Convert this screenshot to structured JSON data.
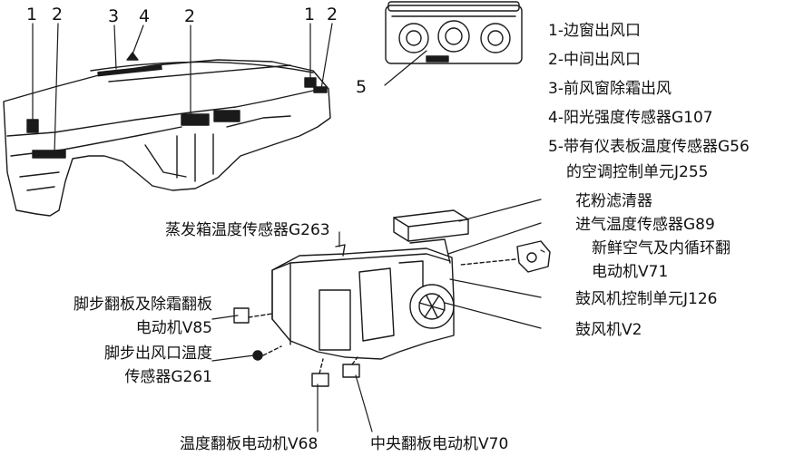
{
  "dashboard_callouts": {
    "c1_left": "1",
    "c2_left": "2",
    "c3": "3",
    "c4": "4",
    "c2_center": "2",
    "c1_right": "1",
    "c2_right": "2",
    "c5": "5"
  },
  "legend": [
    "1-边窗出风口",
    "2-中间出风口",
    "3-前风窗除霜出风",
    "4-阳光强度传感器G107",
    "5-带有仪表板温度传感器G56",
    "的空调控制单元J255"
  ],
  "components": {
    "pollen_filter": "花粉滤清器",
    "intake_temp_sensor": "进气温度传感器G89",
    "recirc_motor_line1": "新鲜空气及内循环翻",
    "recirc_motor_line2": "电动机V71",
    "blower_control_unit": "鼓风机控制单元J126",
    "blower": "鼓风机V2",
    "evaporator_sensor": "蒸发箱温度传感器G263",
    "footwell_defrost_line1": "脚步翻板及除霜翻板",
    "footwell_defrost_line2": "电动机V85",
    "footwell_sensor_line1": "脚步出风口温度",
    "footwell_sensor_line2": "传感器G261",
    "temp_flap_motor": "温度翻板电动机V68",
    "central_flap_motor": "中央翻板电动机V70"
  }
}
